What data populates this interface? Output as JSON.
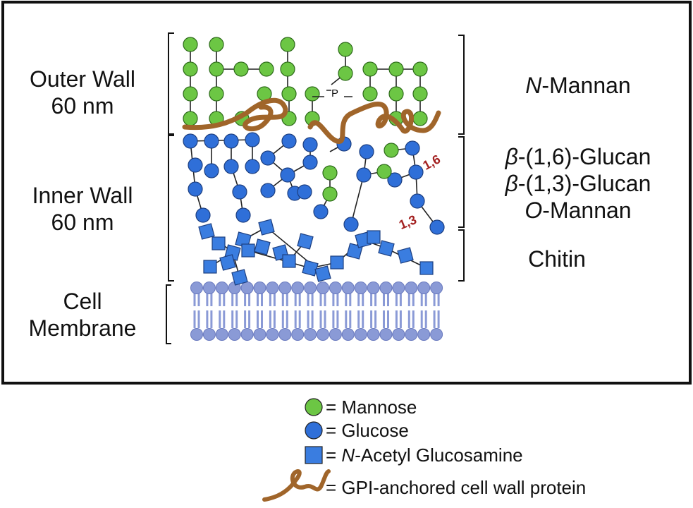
{
  "layers": {
    "outer_wall": {
      "line1": "Outer Wall",
      "line2": "60 nm"
    },
    "inner_wall": {
      "line1": "Inner Wall",
      "line2": "60 nm"
    },
    "cell_membrane": {
      "line1": "Cell",
      "line2": "Membrane"
    }
  },
  "components": {
    "n_mannan": {
      "prefix": "N",
      "suffix": "-Mannan"
    },
    "b16_glucan": {
      "prefix": "β",
      "suffix": "-(1,6)-Glucan"
    },
    "b13_glucan": {
      "prefix": "β",
      "suffix": "-(1,3)-Glucan"
    },
    "o_mannan": {
      "prefix": "O",
      "suffix": "-Mannan"
    },
    "chitin": "Chitin"
  },
  "annotations": {
    "phosphate": "P",
    "linkage_16": "1,6",
    "linkage_13": "1,3"
  },
  "legend": {
    "mannose": "= Mannose",
    "glucose": "= Glucose",
    "nag_eq": "= ",
    "nag_prefix": "N",
    "nag_suffix": "-Acetyl Glucosamine",
    "gpi": "= GPI-anchored cell wall protein"
  },
  "colors": {
    "mannose": "#6cc644",
    "glucose": "#2f6fd8",
    "nag": "#3a7de0",
    "protein": "#a0652a",
    "membrane": "#8a9ad6",
    "label_red": "#a32020",
    "frame": "#111111"
  }
}
